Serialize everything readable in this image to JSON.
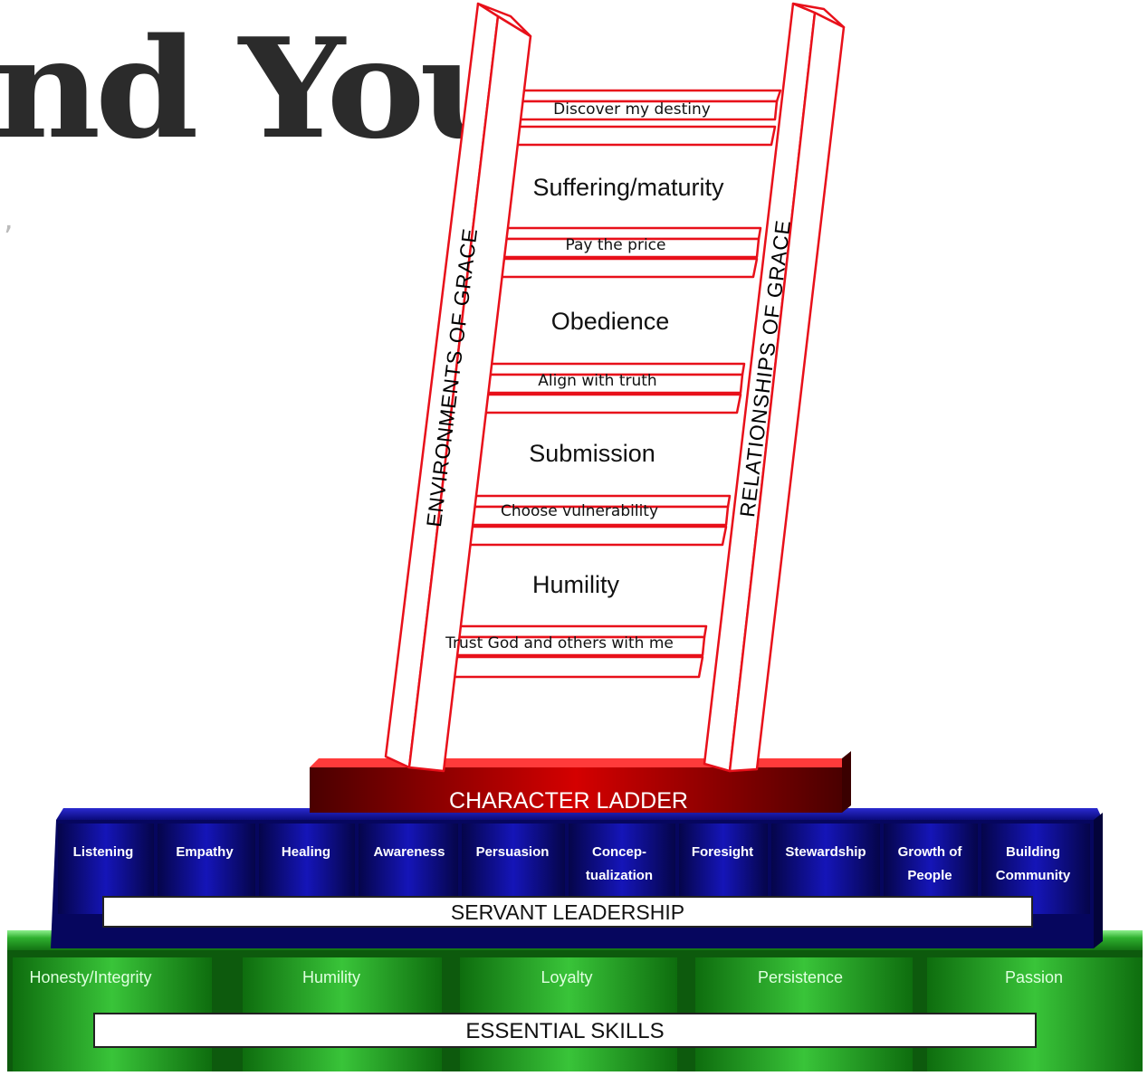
{
  "headline": "nd You",
  "headline_punct": ",",
  "ladder": {
    "left_rail": "ENVIRONMENTS OF GRACE",
    "right_rail": "RELATIONSHIPS OF GRACE",
    "rungs": [
      "Discover my destiny",
      "Pay the price",
      "Align with truth",
      "Choose vulnerability",
      "Trust God and others with me"
    ],
    "stages": [
      "Suffering/maturity",
      "Obedience",
      "Submission",
      "Humility"
    ],
    "base": "CHARACTER LADDER"
  },
  "servant_leadership": {
    "title": "SERVANT LEADERSHIP",
    "items": [
      [
        "Listening"
      ],
      [
        "Empathy"
      ],
      [
        "Healing"
      ],
      [
        "Awareness"
      ],
      [
        "Persuasion"
      ],
      [
        "Concep-",
        "tualization"
      ],
      [
        "Foresight"
      ],
      [
        "Stewardship"
      ],
      [
        "Growth of",
        "People"
      ],
      [
        "Building",
        "Community"
      ]
    ]
  },
  "essential_skills": {
    "title": "ESSENTIAL SKILLS",
    "items": [
      "Honesty/Integrity",
      "Humility",
      "Loyalty",
      "Persistence",
      "Passion"
    ]
  },
  "colors": {
    "ladder_red": "#e8101a",
    "character_red": "#a80000",
    "servant_blue": "#0a0a8c",
    "skills_green": "#22a322"
  }
}
